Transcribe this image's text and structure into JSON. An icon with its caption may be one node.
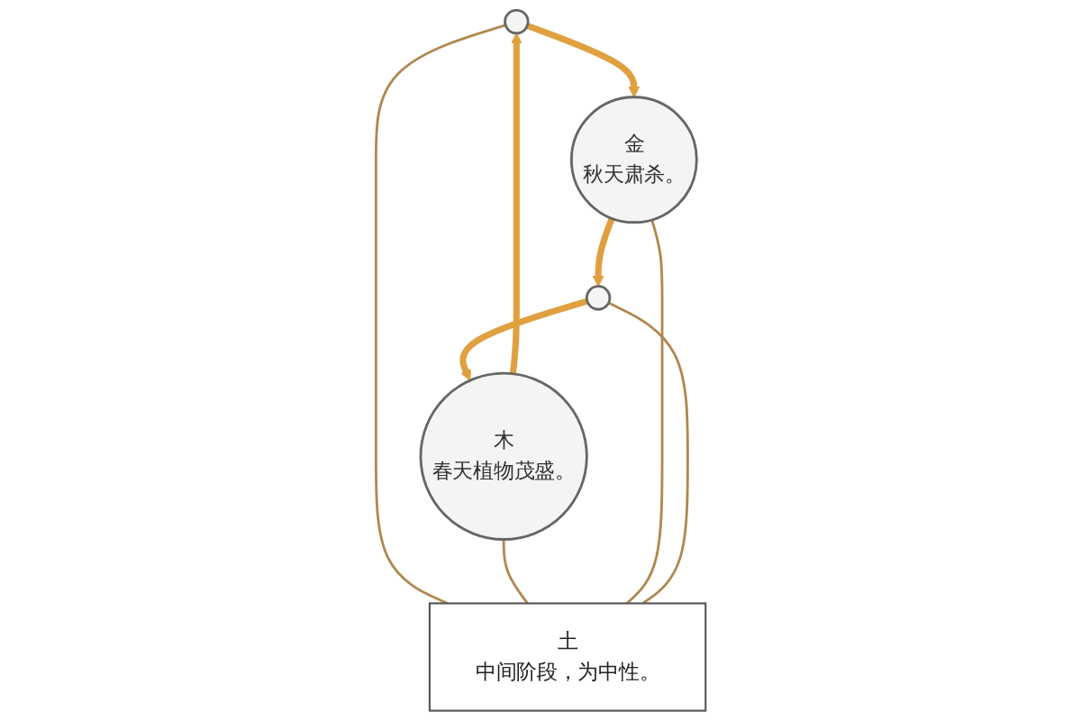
{
  "diagram": {
    "nodes": [
      {
        "text": [],
        "shape": "circle"
      },
      {
        "text": [
          "木",
          "春天植物茂盛。"
        ]
      },
      {
        "text": [
          "土",
          "中间阶段，为中性。"
        ]
      },
      {
        "text": [
          "金",
          "秋天肃杀。"
        ]
      },
      {
        "text": [],
        "shape": "circle"
      }
    ],
    "edges": [
      {
        "from": 1,
        "to": 0,
        "arrow": "to",
        "style": "thick",
        "color": "#e0a040"
      },
      {
        "from": 0,
        "to": 3,
        "arrow": "to",
        "style": "thick",
        "color": "#e0a040"
      },
      {
        "from": 3,
        "to": 4,
        "arrow": "to",
        "style": "thick",
        "color": "#e0a040"
      },
      {
        "from": 4,
        "to": 1,
        "arrow": "to",
        "style": "thick",
        "color": "#e0a040"
      },
      {
        "from": 0,
        "to": 2,
        "arrow": "none",
        "color": "#b08850"
      },
      {
        "from": 1,
        "to": 2,
        "arrow": "none",
        "color": "#b08850"
      },
      {
        "from": 3,
        "to": 2,
        "arrow": "none",
        "color": "#b08850"
      },
      {
        "from": 4,
        "to": 2,
        "arrow": "none",
        "color": "#b08850"
      }
    ]
  }
}
